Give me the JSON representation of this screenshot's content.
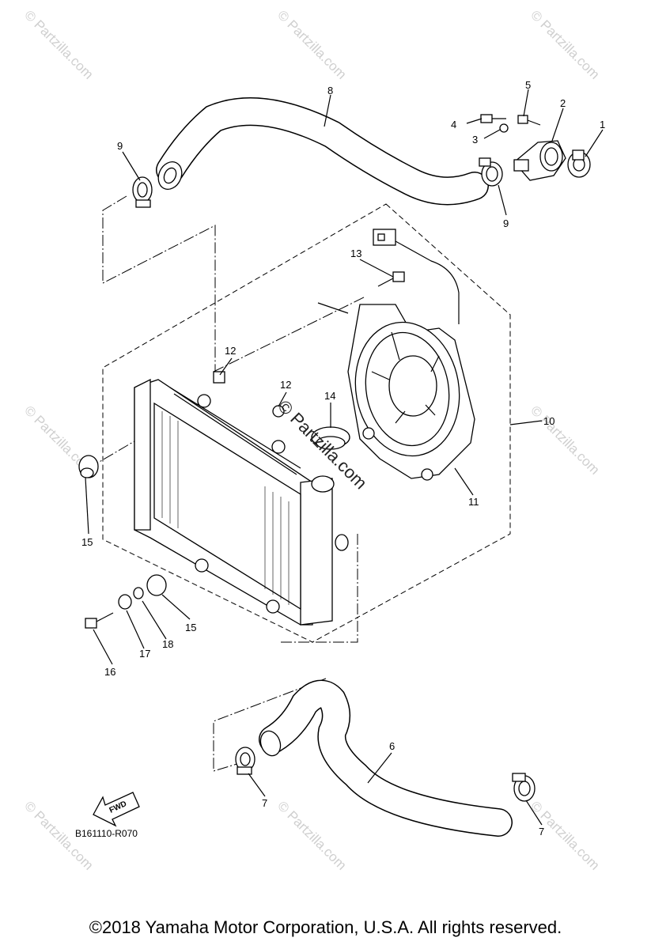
{
  "diagram": {
    "callouts": [
      "1",
      "2",
      "3",
      "4",
      "5",
      "6",
      "7",
      "7",
      "8",
      "9",
      "9",
      "10",
      "11",
      "12",
      "12",
      "13",
      "14",
      "15",
      "15",
      "16",
      "17",
      "18"
    ],
    "reference_code": "B161110-R070",
    "fwd_label": "FWD",
    "watermark_small": "© Partzilla.com",
    "watermark_center": "© Partzilla.com"
  },
  "footer": {
    "copyright": "©2018 Yamaha Motor Corporation, U.S.A. All rights reserved."
  }
}
